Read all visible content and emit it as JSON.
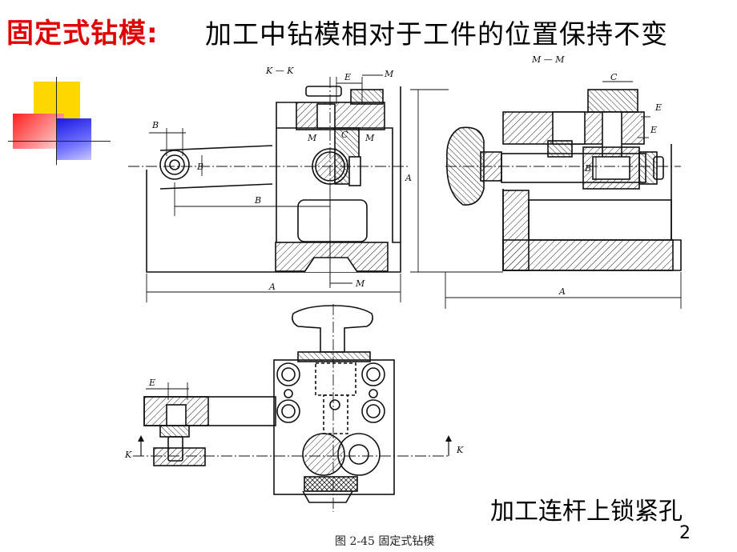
{
  "slide": {
    "title_prefix": "固定式钻模:",
    "title_rest": "加工中钻模相对于工件的位置保持不变",
    "caption": "加工连杆上锁紧孔",
    "page_number": "2",
    "figure_caption": "图 2-45    固定式钻模"
  },
  "drawing": {
    "section_kk": "K — K",
    "section_mm": "M — M",
    "labels": {
      "A": "A",
      "B": "B",
      "C": "C",
      "E": "E",
      "M": "M",
      "K": "K"
    }
  },
  "colors": {
    "title_red": "#e00000",
    "deco_yellow": "#ffd700",
    "deco_red": "#ff3030",
    "deco_blue": "#2a2ae8"
  }
}
